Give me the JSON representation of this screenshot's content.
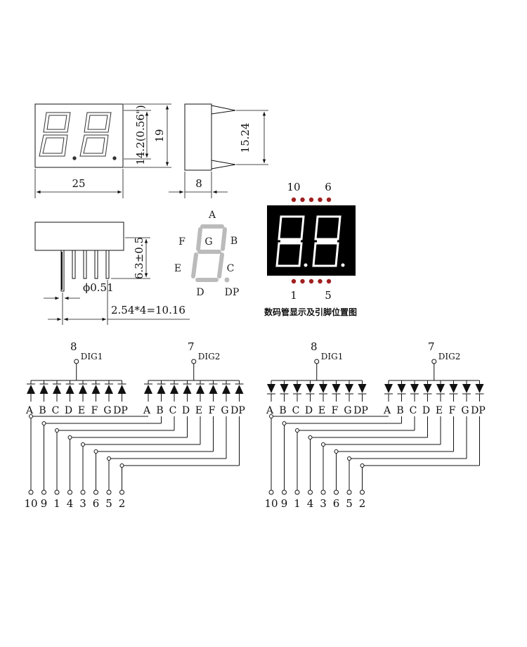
{
  "dimensions": {
    "width": "25",
    "height": "19",
    "digit_height": "14.2(0.56\")",
    "pin_span": "15.24",
    "depth": "8",
    "pin_length": "6.3±0.5",
    "pin_diameter": "ϕ0.51",
    "pitch": "2.54*4=10.16"
  },
  "segment_labels": [
    "A",
    "B",
    "C",
    "D",
    "E",
    "F",
    "G",
    "DP"
  ],
  "display": {
    "top_pins": [
      "10",
      "6"
    ],
    "bottom_pins": [
      "1",
      "5"
    ],
    "caption": "数码管显示及引脚位置图",
    "led_color": "#a02020",
    "body_color": "#000000"
  },
  "schematic_left": {
    "dig1_pin": "8",
    "dig1_label": "DIG1",
    "dig2_pin": "7",
    "dig2_label": "DIG2",
    "segments": [
      "A",
      "B",
      "C",
      "D",
      "E",
      "F",
      "G",
      "DP"
    ],
    "pins": [
      "10",
      "9",
      "1",
      "4",
      "3",
      "6",
      "5",
      "2"
    ],
    "diode_direction": "up"
  },
  "schematic_right": {
    "dig1_pin": "8",
    "dig1_label": "DIG1",
    "dig2_pin": "7",
    "dig2_label": "DIG2",
    "segments": [
      "A",
      "B",
      "C",
      "D",
      "E",
      "F",
      "G",
      "DP"
    ],
    "pins": [
      "10",
      "9",
      "1",
      "4",
      "3",
      "6",
      "5",
      "2"
    ],
    "diode_direction": "down"
  }
}
